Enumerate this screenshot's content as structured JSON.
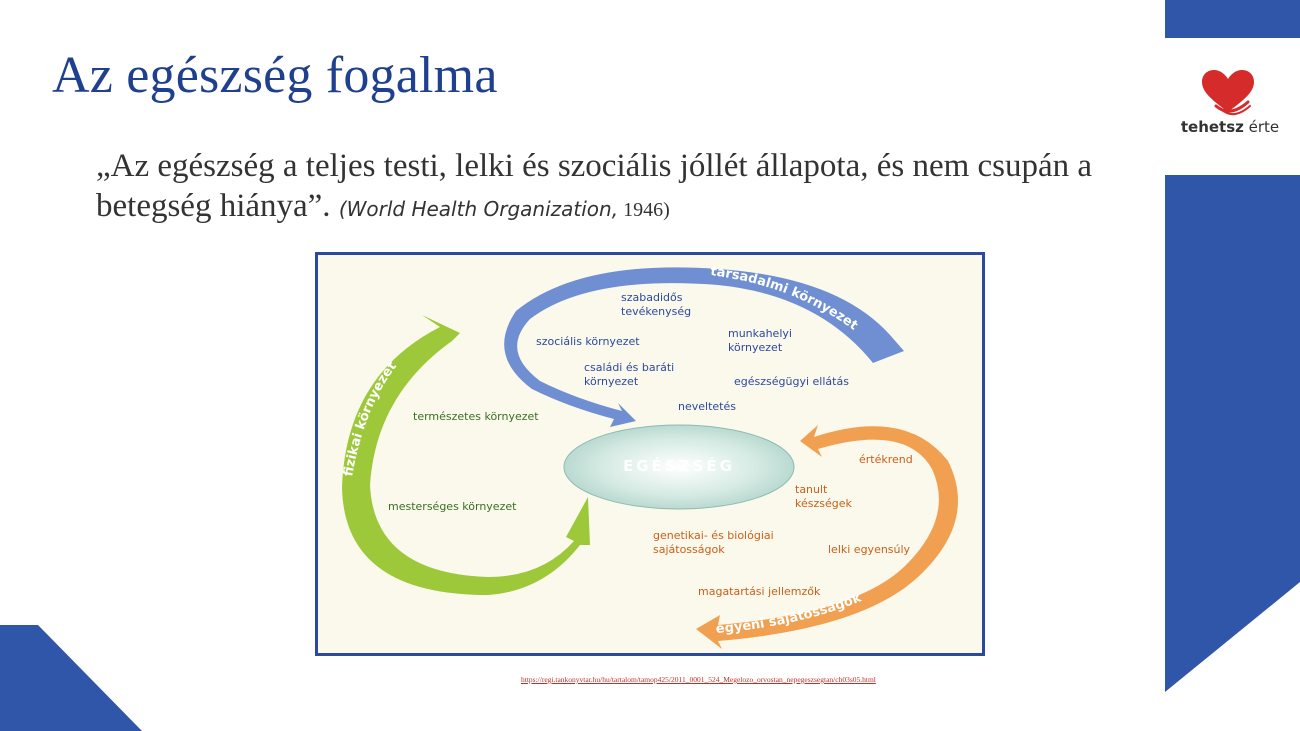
{
  "slide": {
    "title": "Az egészség fogalma",
    "quote_text": "„Az egészség a teljes testi, lelki és szociális jóllét állapota, és nem csupán a betegség hiánya”. ",
    "quote_citation_org": "(World Health Organization,",
    "quote_citation_year": " 1946)",
    "source_link": "https://regi.tankonyvtar.hu/hu/tartalom/tamop425/2011_0001_524_Megelozo_orvostan_nepegeszsegtan/ch03s05.html"
  },
  "logo": {
    "text_bold": "tehetsz",
    "text_regular": " érte",
    "heart_color": "#d62b2b"
  },
  "colors": {
    "accent_blue": "#2f56a8",
    "title_blue": "#1f3f8f",
    "arrow_blue": "#6f8fd2",
    "arrow_green": "#9cc83a",
    "arrow_orange": "#f0a050"
  },
  "diagram": {
    "center_label": "EGÉSZSÉG",
    "arc_labels": {
      "top": "társadalmi környezet",
      "left": "fizikai környezet",
      "bottom": "egyéni sajátosságok"
    },
    "social_items": [
      "szabadidős\ntevékenység",
      "szociális környezet",
      "munkahelyi\nkörnyezet",
      "családi és baráti\nkörnyezet",
      "egészségügyi ellátás",
      "neveltetés"
    ],
    "physical_items": [
      "természetes környezet",
      "mesterséges környezet"
    ],
    "individual_items": [
      "értékrend",
      "tanult\nkészségek",
      "genetikai- és biológiai\nsajátosságok",
      "lelki egyensúly",
      "magatartási jellemzők"
    ]
  }
}
